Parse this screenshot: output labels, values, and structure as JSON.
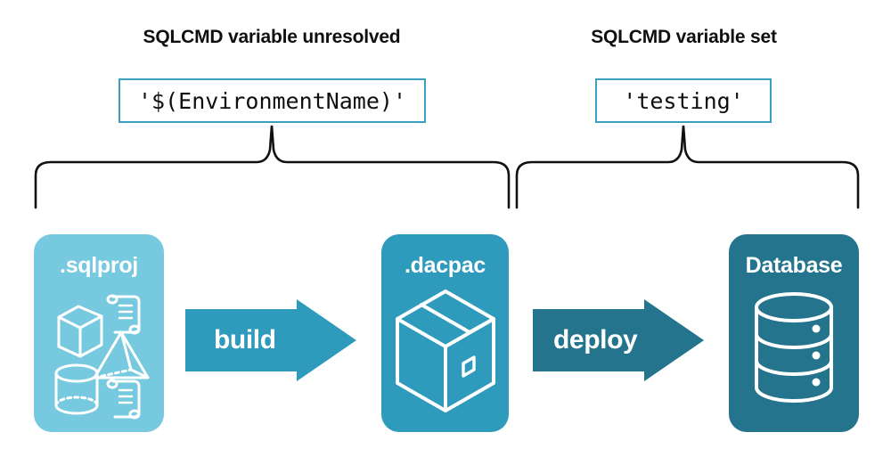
{
  "diagram": {
    "title_left": "SQLCMD variable unresolved",
    "title_right": "SQLCMD variable set",
    "value_left": "'$(EnvironmentName)'",
    "value_right": "'testing'",
    "stages": [
      {
        "id": "sqlproj",
        "label": ".sqlproj",
        "color": "#76c9de",
        "icons": [
          "cube-icon",
          "scroll-icon",
          "pyramid-icon",
          "cylinder-icon",
          "scroll-icon"
        ]
      },
      {
        "id": "dacpac",
        "label": ".dacpac",
        "color": "#2e9bbc",
        "icons": [
          "package-box-icon"
        ]
      },
      {
        "id": "database",
        "label": "Database",
        "color": "#23748c",
        "icons": [
          "database-cylinder-icon"
        ]
      }
    ],
    "arrows": [
      {
        "id": "build",
        "label": "build",
        "color": "#2e9bbc"
      },
      {
        "id": "deploy",
        "label": "deploy",
        "color": "#23748c"
      }
    ],
    "brace_color": "#111111",
    "box_border_color": "#3aa0bd",
    "background": "#ffffff"
  }
}
